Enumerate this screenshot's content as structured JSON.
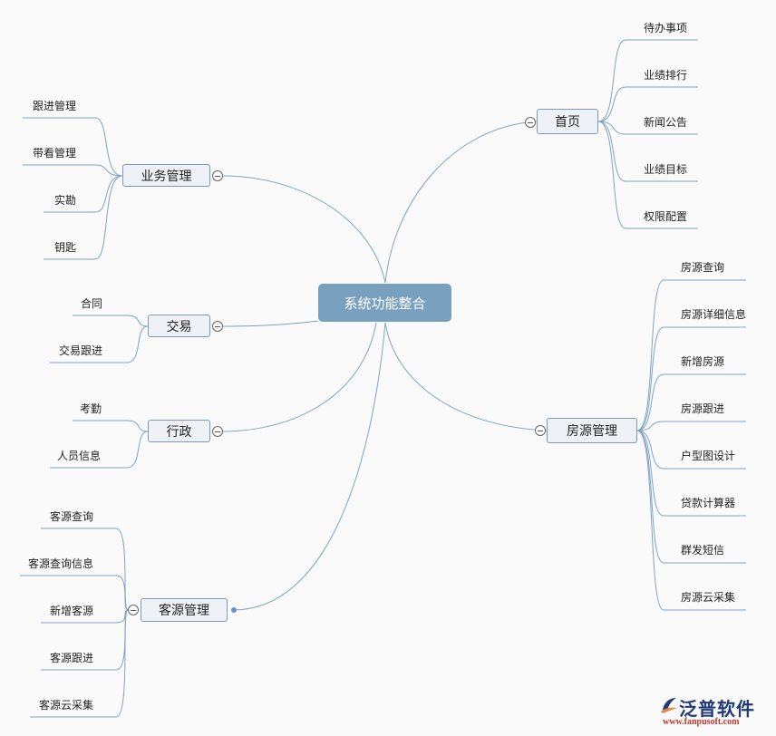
{
  "root": "系统功能整合",
  "branches": {
    "home": {
      "label": "首页",
      "children": [
        "待办事项",
        "业绩排行",
        "新闻公告",
        "业绩目标",
        "权限配置"
      ]
    },
    "property": {
      "label": "房源管理",
      "children": [
        "房源查询",
        "房源详细信息",
        "新增房源",
        "房源跟进",
        "户型图设计",
        "贷款计算器",
        "群发短信",
        "房源云采集"
      ]
    },
    "business": {
      "label": "业务管理",
      "children": [
        "跟进管理",
        "带看管理",
        "实勘",
        "钥匙"
      ]
    },
    "trade": {
      "label": "交易",
      "children": [
        "合同",
        "交易跟进"
      ]
    },
    "admin": {
      "label": "行政",
      "children": [
        "考勤",
        "人员信息"
      ]
    },
    "client": {
      "label": "客源管理",
      "children": [
        "客源查询",
        "客源查询信息",
        "新增客源",
        "客源跟进",
        "客源云采集"
      ]
    }
  },
  "logo": {
    "name": "泛普软件",
    "url": "www.fanpusoft.com"
  },
  "colors": {
    "line": "#7ea3c4",
    "node_bg": "#eef2f7",
    "node_border": "#7c99b8",
    "root_bg": "#7aa0c0"
  }
}
